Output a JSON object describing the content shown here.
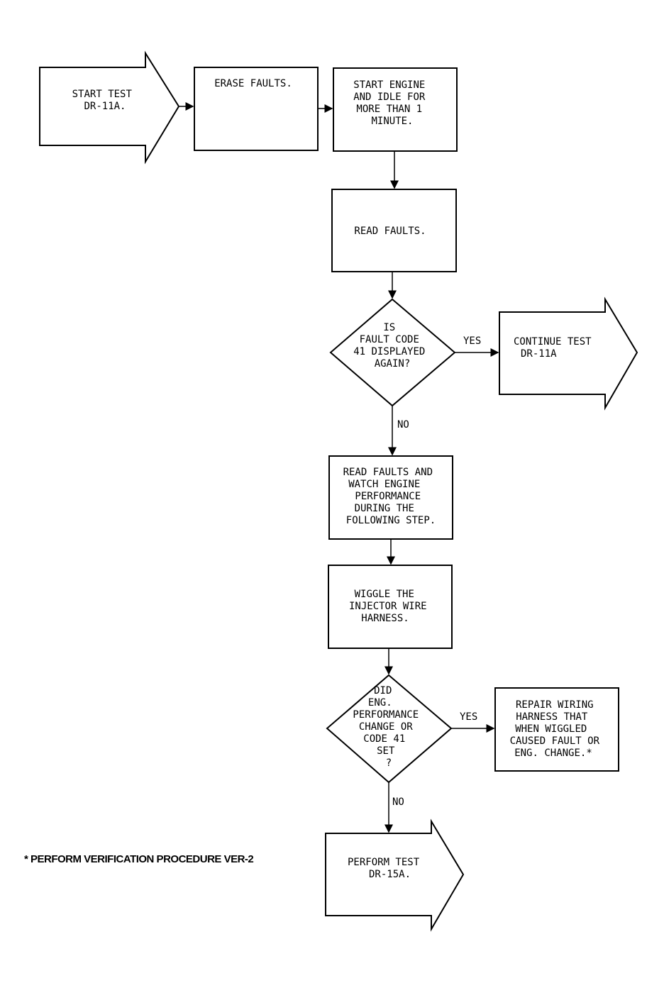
{
  "start": {
    "lines": [
      "START TEST",
      "DR-11A."
    ]
  },
  "erase": {
    "lines": [
      "ERASE FAULTS."
    ]
  },
  "start_engine": {
    "lines": [
      "START ENGINE",
      "AND IDLE FOR",
      "MORE THAN 1",
      "MINUTE."
    ]
  },
  "read_faults": {
    "lines": [
      "READ FAULTS."
    ]
  },
  "decision1": {
    "lines": [
      "IS",
      "FAULT CODE",
      "41 DISPLAYED",
      "AGAIN?"
    ],
    "yes_label": "YES",
    "no_label": "NO"
  },
  "continue": {
    "lines": [
      "CONTINUE TEST",
      "DR-11A"
    ]
  },
  "read_watch": {
    "lines": [
      "READ FAULTS AND",
      "WATCH ENGINE",
      "PERFORMANCE",
      "DURING THE",
      "FOLLOWING STEP."
    ]
  },
  "wiggle": {
    "lines": [
      "WIGGLE THE",
      "INJECTOR WIRE",
      "HARNESS."
    ]
  },
  "decision2": {
    "lines": [
      "DID",
      "ENG.",
      "PERFORMANCE",
      "CHANGE OR",
      "CODE 41",
      "SET",
      "?"
    ],
    "yes_label": "YES",
    "no_label": "NO"
  },
  "repair": {
    "lines": [
      "REPAIR WIRING",
      "HARNESS THAT",
      "WHEN WIGGLED",
      "CAUSED FAULT OR",
      "ENG. CHANGE.*"
    ]
  },
  "perform": {
    "lines": [
      "PERFORM TEST",
      "DR-15A."
    ]
  },
  "footnote": "* PERFORM VERIFICATION PROCEDURE VER-2"
}
